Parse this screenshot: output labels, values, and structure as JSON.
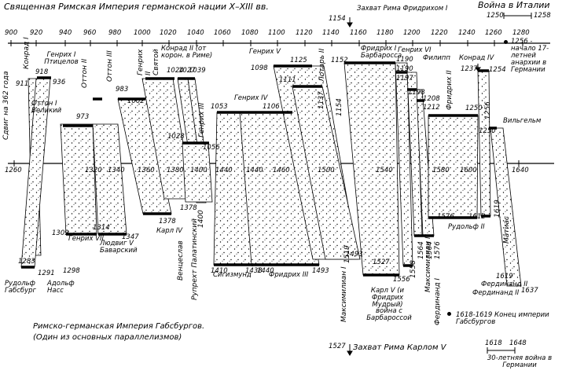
{
  "header": {
    "title": "Священная Римская Империя германской нации X–XIII вв.",
    "capture_frederick": "Захват Рима Фридрихом I",
    "capture_frederick_year": "1154",
    "war_italy": "Война в Италии",
    "war_italy_start": "1250",
    "war_italy_end": "1258",
    "anarchy": "1256 - начало 17-летней анархии в Германии"
  },
  "axes": {
    "top_ticks": [
      "900",
      "920",
      "940",
      "960",
      "980",
      "1000",
      "1020",
      "1040",
      "1060",
      "1080",
      "1100",
      "1120",
      "1140",
      "1160",
      "1180",
      "1200",
      "1220",
      "1240",
      "1260",
      "1280"
    ],
    "bottom_ticks": [
      "1260",
      "1320",
      "1360",
      "1380",
      "1400",
      "1440",
      "1460",
      "1500",
      "1540",
      "1580",
      "1600",
      "1640"
    ],
    "bottom_extra_ticks": [
      "1340",
      "1440"
    ],
    "shift_label": "Сдвиг на 362 года"
  },
  "upper_labels": {
    "konrad1": "Конрад I",
    "henry1": "Генрих I Птицелов",
    "otto2": "Оттон II",
    "otto3": "Оттон III",
    "henry2": "Генрих II Святой",
    "konrad2": "Конрад II (от корон. в Риме)",
    "henry3": "Генрих III",
    "otto1": "Оттон I Великий",
    "henry4": "Генрих IV",
    "henry5": "Генрих V",
    "lothar2": "Лотарь II",
    "frederick1": "Фридрих I Барбаросса",
    "henry6": "Генрих VI",
    "philip": "Филипп",
    "frederick2": "Фридрих II",
    "konrad4": "Конрад IV",
    "wilhelm": "Вильгельм"
  },
  "upper_years": [
    "911",
    "918",
    "936",
    "973",
    "983",
    "1002",
    "1024",
    "1027",
    "1039",
    "1028",
    "1056",
    "1053",
    "1106",
    "1098",
    "1125",
    "1111",
    "1137",
    "1152",
    "1154",
    "1190",
    "1190",
    "1197",
    "1198",
    "1208",
    "1212",
    "1237",
    "1254",
    "1250",
    "1256",
    "1250"
  ],
  "lower_labels": {
    "henry7": "Генрих VII",
    "ludwig": "Людвиг V Баварский",
    "karl4": "Карл IV",
    "rudolf1": "Рудольф Габсбург",
    "adolf": "Адольф Насс",
    "wenceslas": "Венцеслав",
    "ruprecht": "Рупрехт Палатинский",
    "sigismund": "Сигизмунд",
    "frederick3": "Фридрих III",
    "maximilian1": "Максимилиан I",
    "karl5": "Карл V (и Фридрих Мудрый)",
    "karl5_war": "война с Барбароссой",
    "maximilian2": "Максимилиан II",
    "ferdinand1": "Фердинанд I",
    "rudolf2": "Рудольф II",
    "matthias": "Матиас",
    "ferdinand2_top": "Фердинанд II",
    "ferdinand2": "Фердинанд II"
  },
  "lower_years": [
    "1283",
    "1291",
    "1298",
    "1309",
    "1314",
    "1347",
    "1378",
    "1378",
    "1400",
    "1410",
    "1438",
    "1440",
    "1493",
    "1493",
    "1519",
    "1527",
    "1556",
    "1558",
    "1564",
    "1564",
    "1576",
    "1576",
    "1612",
    "1619",
    "1619",
    "1637"
  ],
  "footer": {
    "caption_line1": "Римско-германская Империя Габсбургов.",
    "caption_line2": "(Один из основных параллелизмов)",
    "capture_karl": "Захват Рима Карлом V",
    "capture_karl_year": "1527",
    "end_empire": "1618-1619 Конец империи Габсбургов",
    "war30": "30-летняя война в Германии",
    "war30_start": "1618",
    "war30_end": "1648"
  }
}
